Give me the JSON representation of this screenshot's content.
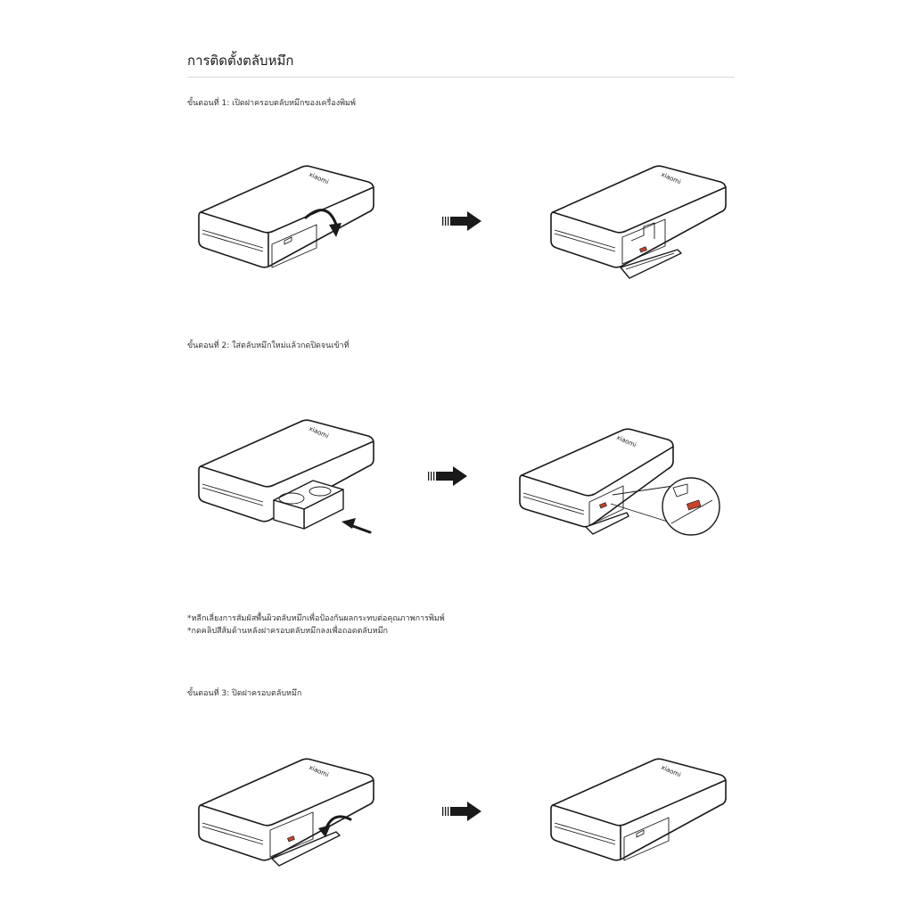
{
  "page": {
    "title": "การติดตั้งตลับหมึก",
    "step1": "ขั้นตอนที่ 1: เปิดฝาครอบตลับหมึกของเครื่องพิมพ์",
    "step2": "ขั้นตอนที่ 2: ใส่ตลับหมึกใหม่แล้วกดปิดจนเข้าที่",
    "note1": "*หลีกเลี่ยงการสัมผัสพื้นผิวตลับหมึกเพื่อป้องกันผลกระทบต่อคุณภาพการพิมพ์",
    "note2": "*กดคลิปสีส้มด้านหลังฝาครอบตลับหมึกลงเพื่อถอดตลับหมึก",
    "step3": "ขั้นตอนที่ 3: ปิดฝาครอบตลับหมึก"
  },
  "device": {
    "logo": "xiaomi"
  },
  "colors": {
    "clip": "#c8442a",
    "line": "#1a1a1a"
  }
}
